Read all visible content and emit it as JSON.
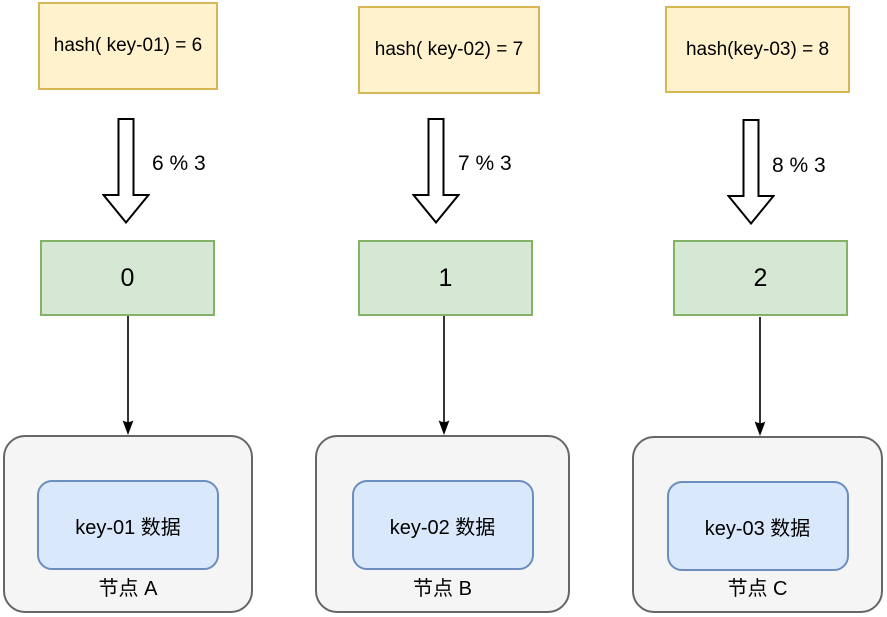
{
  "diagram": {
    "description": "hash modulo distribution of keys to nodes",
    "columns": [
      {
        "hash_text": "hash( key-01) = 6",
        "mod_text": "6 % 3",
        "slot_text": "0",
        "data_text": "key-01 数据",
        "node_text": "节点 A"
      },
      {
        "hash_text": "hash( key-02) = 7",
        "mod_text": "7 % 3",
        "slot_text": "1",
        "data_text": "key-02 数据",
        "node_text": "节点 B"
      },
      {
        "hash_text": "hash(key-03) = 8",
        "mod_text": "8 % 3",
        "slot_text": "2",
        "data_text": "key-03 数据",
        "node_text": "节点 C"
      }
    ],
    "colors": {
      "background": "#FFFFFF",
      "hash_box_fill": "#FFF2CC",
      "hash_box_border": "#D6B656",
      "slot_box_fill": "#D5E8D4",
      "slot_box_border": "#82B366",
      "data_box_fill": "#DAE8FC",
      "data_box_border": "#6C8EBF",
      "node_box_fill": "#F5F5F5",
      "node_box_border": "#666666",
      "arrow_color": "#000000",
      "text_color": "#000000"
    }
  }
}
